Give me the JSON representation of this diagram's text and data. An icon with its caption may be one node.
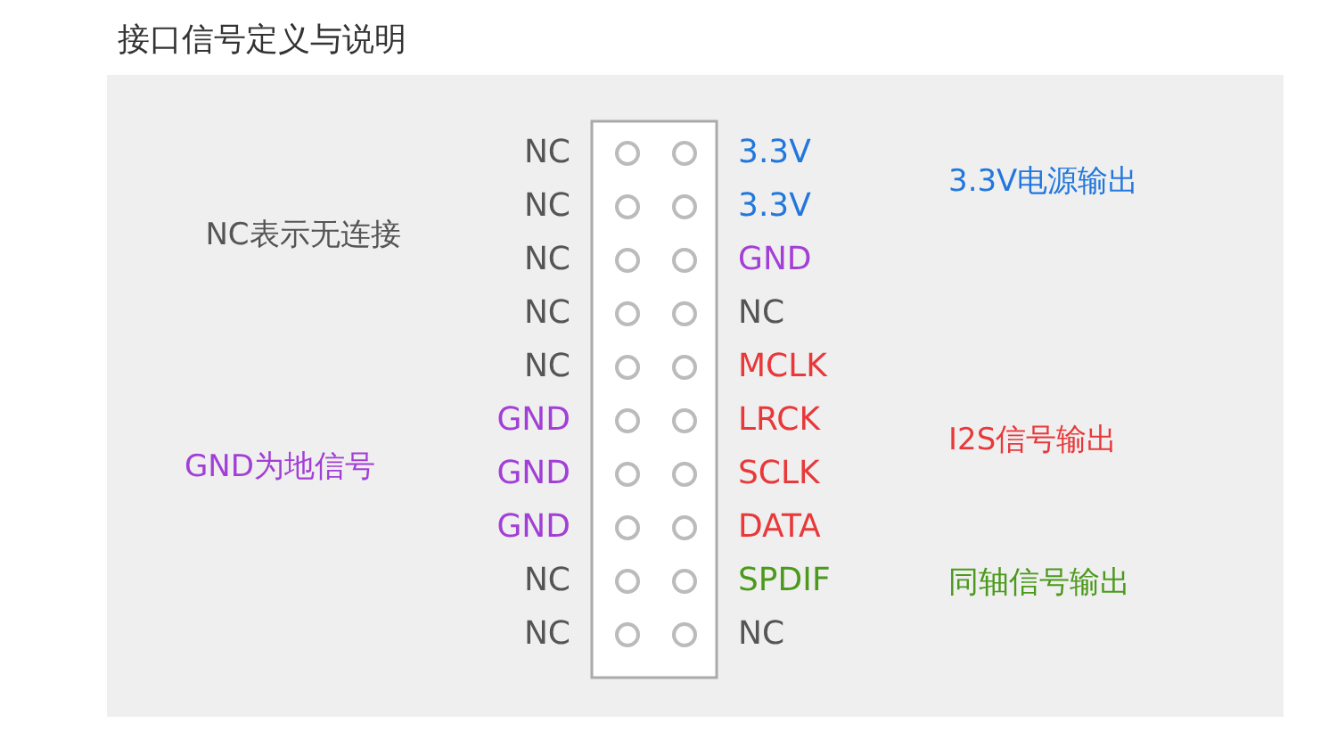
{
  "diagram": {
    "title": "接口信号定义与说明",
    "labels": [
      "NC",
      "3.3V",
      "3.3V电源输出",
      "NC",
      "3.3V",
      "NC表示无连接",
      "NC",
      "GND",
      "NC",
      "NC",
      "NC",
      "MCLK",
      "GND",
      "LRCK",
      "I2S信号输出",
      "GND为地信号",
      "GND",
      "SCLK",
      "GND",
      "DATA",
      "NC",
      "SPDIF",
      "同轴信号输出",
      "NC",
      "NC"
    ]
  }
}
